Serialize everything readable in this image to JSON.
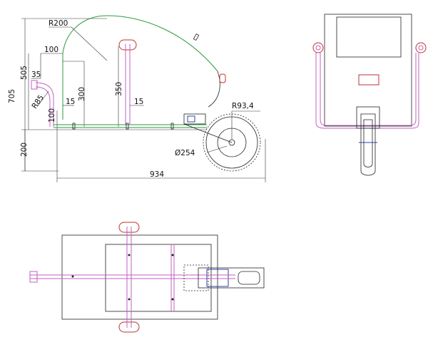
{
  "side_view": {
    "dims": {
      "height_total": "705",
      "height_body": "505",
      "height_ground": "200",
      "length_total": "934",
      "radius_top": "R200",
      "radius_front": "R85",
      "radius_wheel": "R93,4",
      "wheel_diameter": "Ø254",
      "d100_top": "100",
      "d35": "35",
      "d300": "300",
      "d15_left": "15",
      "d100_low": "100",
      "d350": "350",
      "d15_right": "15"
    }
  },
  "colors": {
    "outline": "#222222",
    "roof": "#2f9a3c",
    "frame": "#c060c0",
    "handle": "#c03030",
    "hitch": "#3040a0"
  }
}
